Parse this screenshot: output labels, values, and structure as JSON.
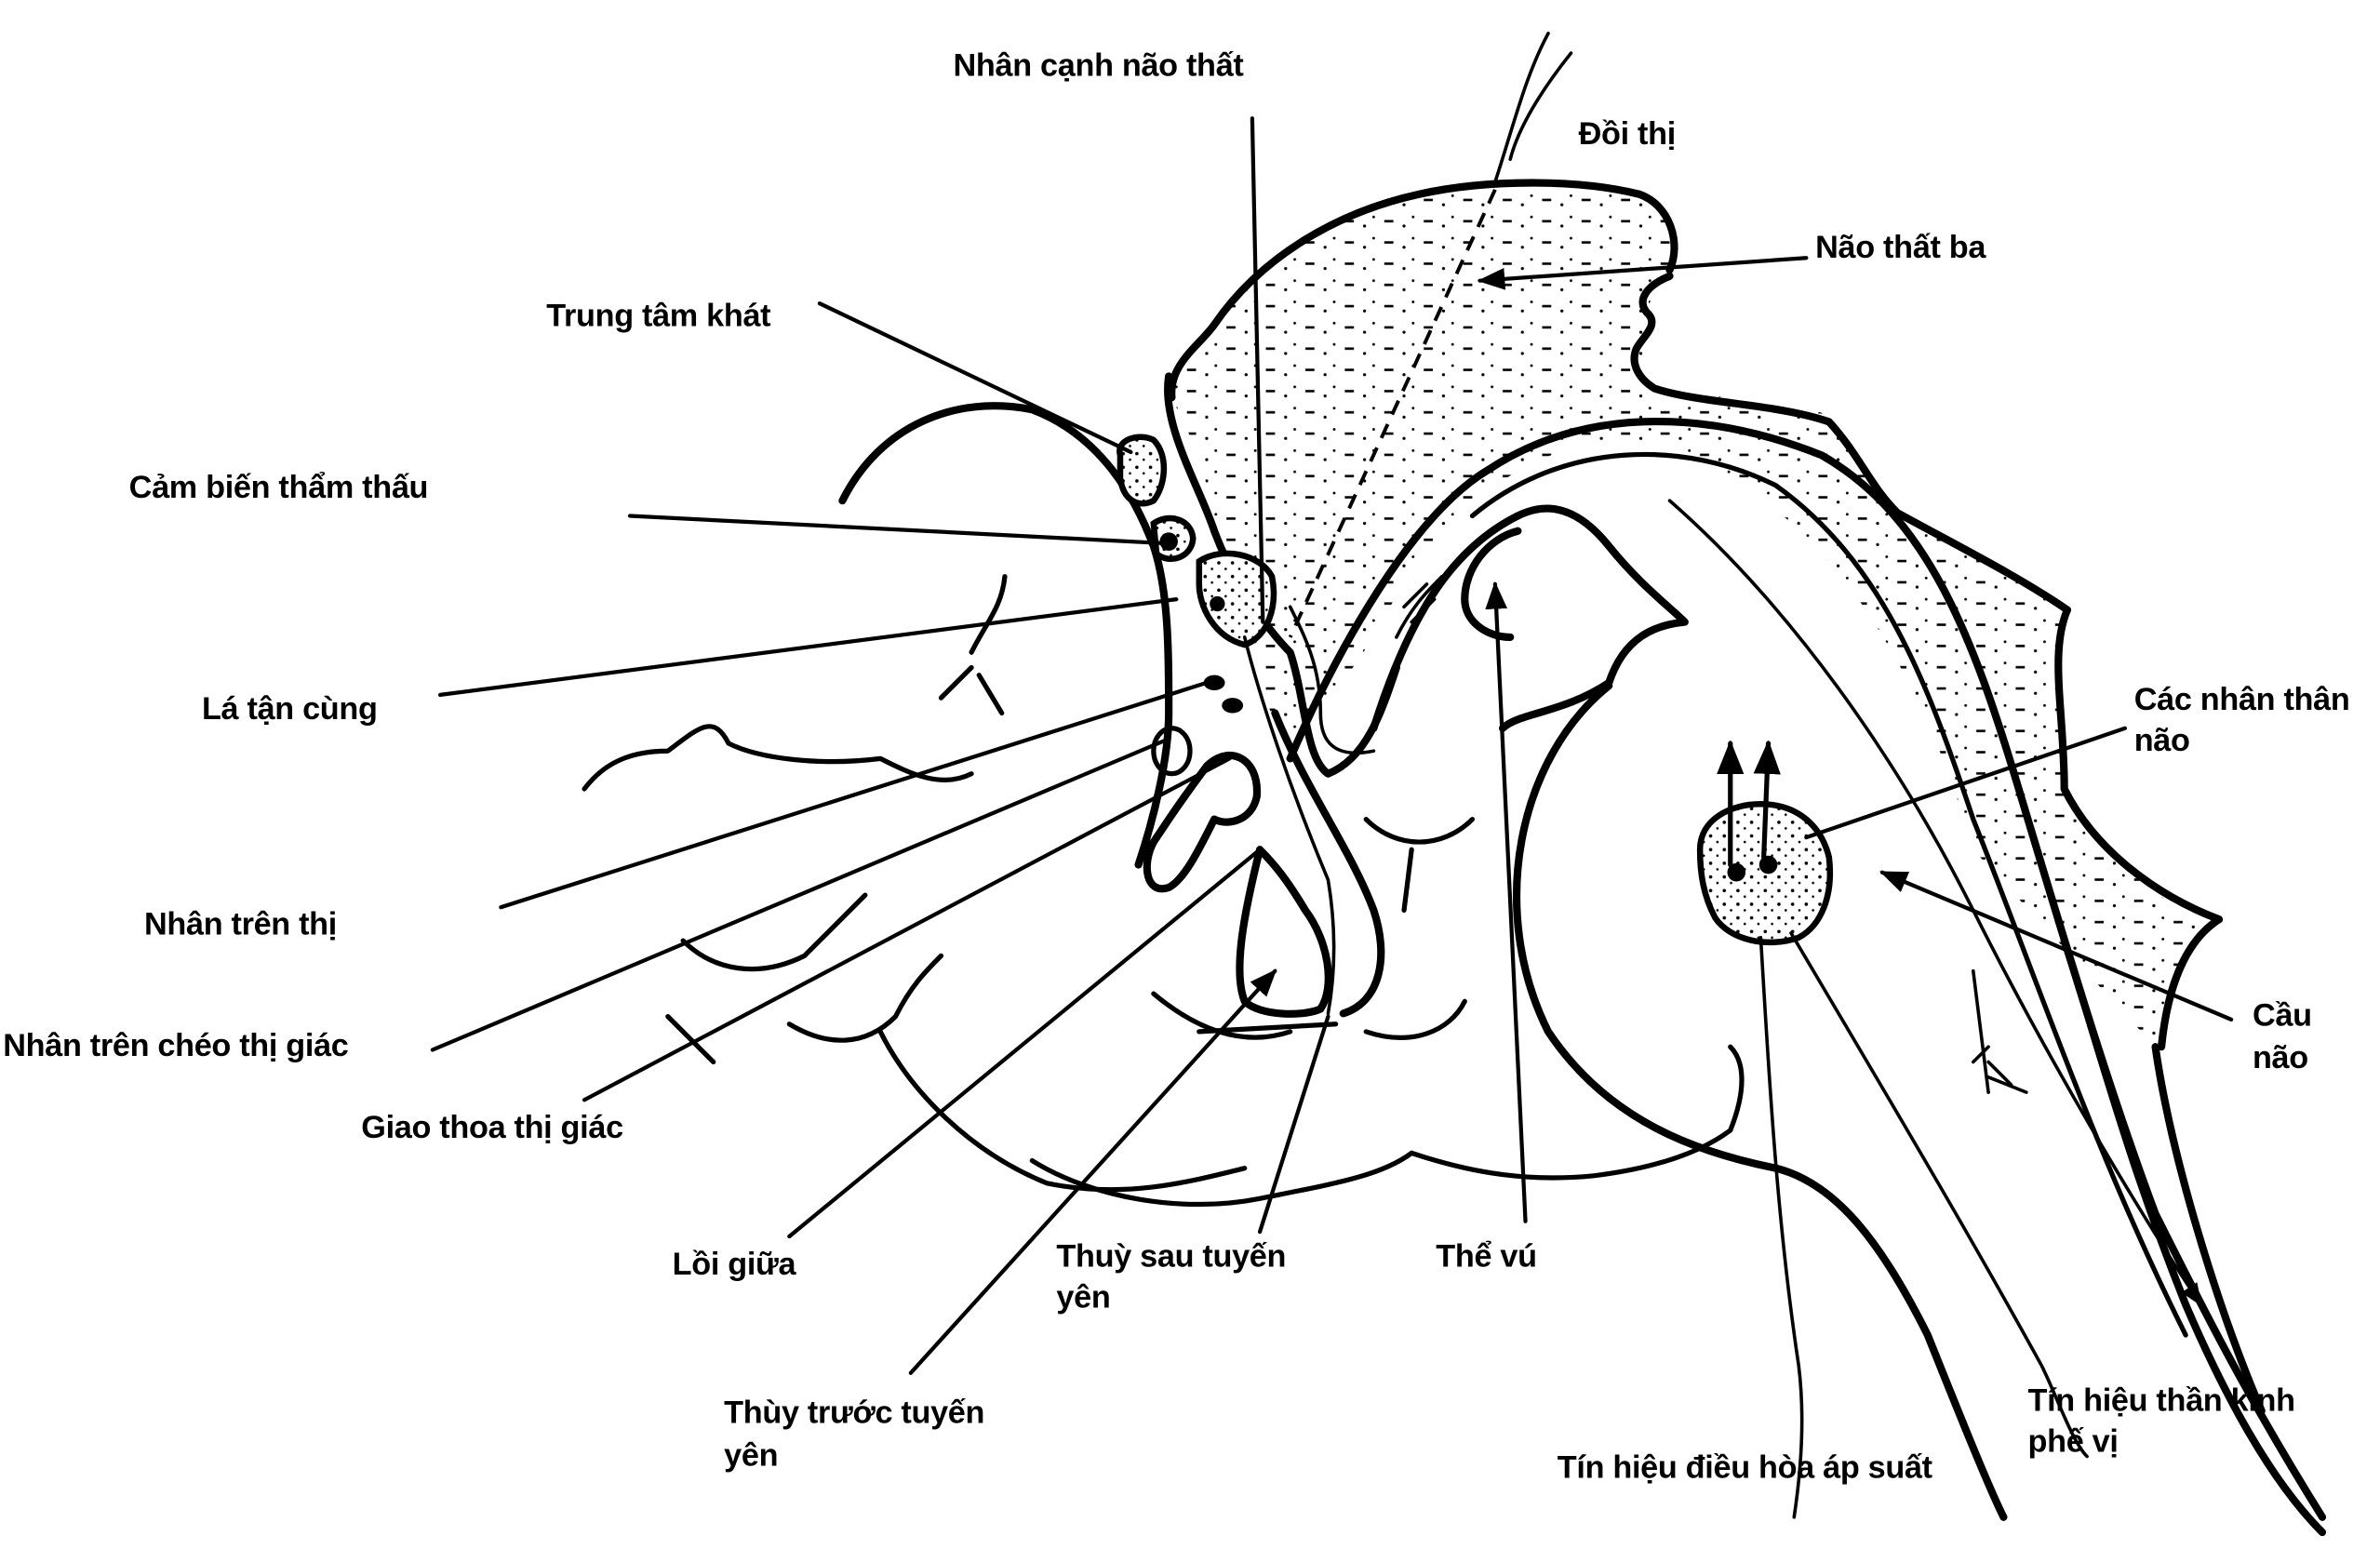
{
  "diagram": {
    "type": "anatomical line drawing (sagittal section of hypothalamus, pituitary and brainstem)",
    "labels": {
      "paraventricular_nucleus": "Nhân cạnh não thất",
      "thalamus": "Đồi thị",
      "third_ventricle": "Não thất ba",
      "thirst_center": "Trung tâm khát",
      "osmoreceptor": "Cảm biến thẩm thấu",
      "lamina_terminalis": "Lá tận cùng",
      "supraoptic_nucleus": "Nhân trên thị",
      "suprachiasmatic_nucleus": "Nhân trên chéo thị giác",
      "optic_chiasm": "Giao thoa thị giác",
      "median_eminence": "Lồi giữa",
      "anterior_pituitary_line1": "Thùy trước tuyến",
      "anterior_pituitary_line2": "yên",
      "posterior_pituitary_line1": "Thuỳ sau tuyến",
      "posterior_pituitary_line2": "yên",
      "mammillary_body": "Thể vú",
      "brainstem_nuclei_line1": "Các nhân thân",
      "brainstem_nuclei_line2": "não",
      "pons_line1": "Cầu",
      "pons_line2": "não",
      "baroreceptor_signal": "Tín hiệu điều hòa áp suất",
      "vagal_signal_line1": "Tín hiệu thần kinh",
      "vagal_signal_line2": "phế vị"
    },
    "colors": {
      "ink": "#000000",
      "background": "#ffffff"
    }
  }
}
